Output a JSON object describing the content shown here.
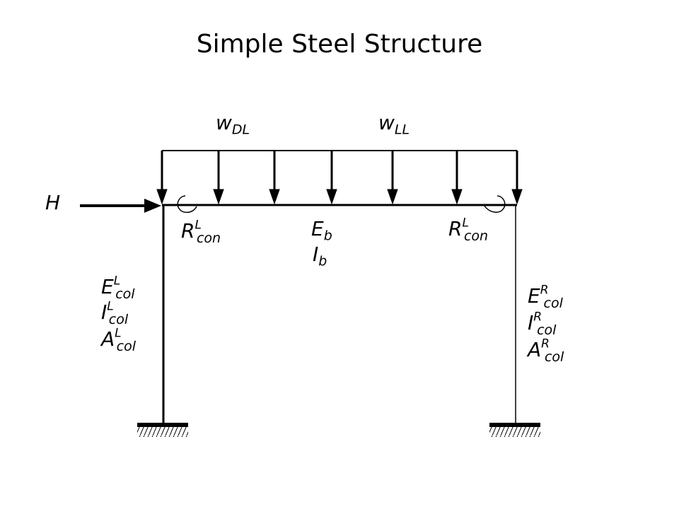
{
  "title": "Simple Steel Structure",
  "loads": {
    "dead": {
      "base": "w",
      "sub": "DL"
    },
    "live": {
      "base": "w",
      "sub": "LL"
    },
    "horizontal": "H"
  },
  "connections": {
    "left": {
      "base": "R",
      "sup": "L",
      "sub": "con"
    },
    "right": {
      "base": "R",
      "sup": "L",
      "sub": "con"
    }
  },
  "beam": {
    "E": {
      "base": "E",
      "sub": "b"
    },
    "I": {
      "base": "I",
      "sub": "b"
    }
  },
  "left_column": {
    "E": {
      "base": "E",
      "sup": "L",
      "sub": "col"
    },
    "I": {
      "base": "I",
      "sup": "L",
      "sub": "col"
    },
    "A": {
      "base": "A",
      "sup": "L",
      "sub": "col"
    }
  },
  "right_column": {
    "E": {
      "base": "E",
      "sup": "R",
      "sub": "col"
    },
    "I": {
      "base": "I",
      "sup": "R",
      "sub": "col"
    },
    "A": {
      "base": "A",
      "sup": "R",
      "sub": "col"
    }
  }
}
